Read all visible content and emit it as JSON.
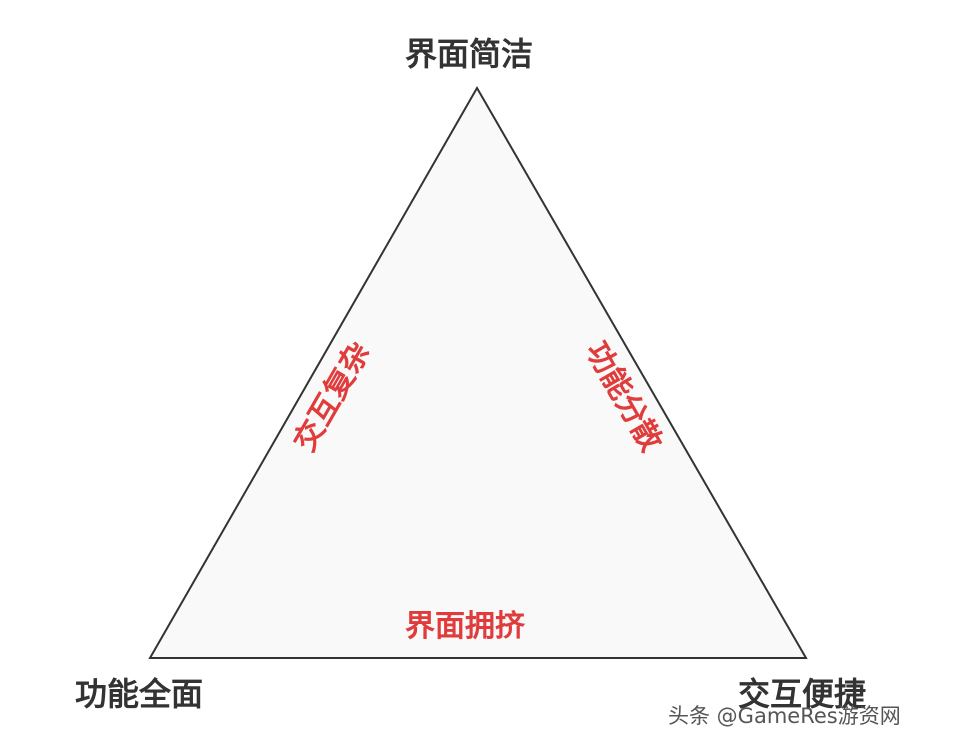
{
  "vertices": {
    "top": "界面简洁",
    "bottom_left": "功能全面",
    "bottom_right": "交互便捷"
  },
  "edges": {
    "left": "交互复杂",
    "right": "功能分散",
    "bottom": "界面拥挤"
  },
  "watermark": "头条 @GameRes游资网",
  "colors": {
    "triangle_fill": "#f9f9f9",
    "triangle_stroke": "#333333",
    "vertex_text": "#333333",
    "edge_text": "#e03c3c"
  }
}
